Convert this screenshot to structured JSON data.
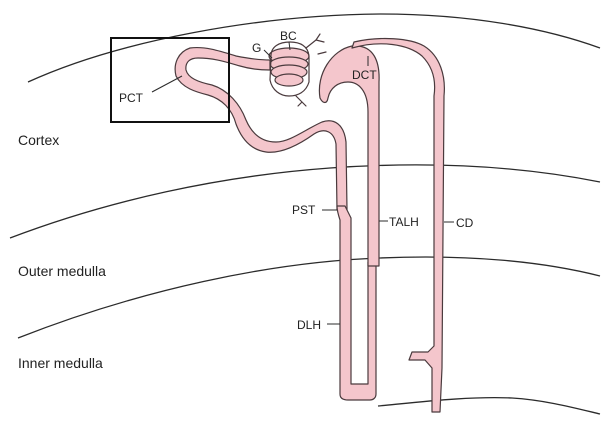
{
  "regions": {
    "cortex": "Cortex",
    "outer_medulla": "Outer medulla",
    "inner_medulla": "Inner medulla"
  },
  "labels": {
    "bc": "BC",
    "g": "G",
    "pct": "PCT",
    "dct": "DCT",
    "pst": "PST",
    "talh": "TALH",
    "cd": "CD",
    "dlh": "DLH"
  },
  "colors": {
    "tubule_fill": "#f4c6cc",
    "tubule_stroke": "#4a3a3d",
    "line": "#2b2b2b"
  }
}
